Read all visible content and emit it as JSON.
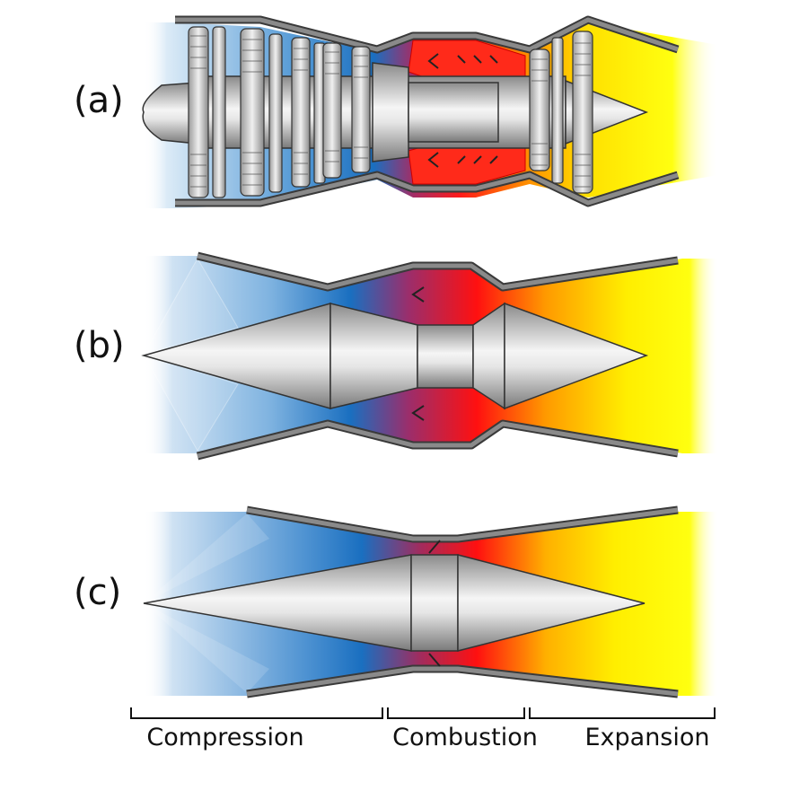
{
  "engines": [
    {
      "id": "a",
      "label": "(a)"
    },
    {
      "id": "b",
      "label": "(b)"
    },
    {
      "id": "c",
      "label": "(c)"
    }
  ],
  "stages": [
    {
      "id": "compression",
      "label": "Compression"
    },
    {
      "id": "combustion",
      "label": "Combustion"
    },
    {
      "id": "expansion",
      "label": "Expansion"
    }
  ],
  "colors": {
    "intake": "#d6e8f6",
    "compressed": "#1a74c6",
    "transition": "#b0305f",
    "combustion": "#ff1010",
    "exhaust": "#ffff00",
    "casing": "#777777",
    "metal_dark": "#8c8c8c",
    "metal_light": "#f4f4f4"
  }
}
